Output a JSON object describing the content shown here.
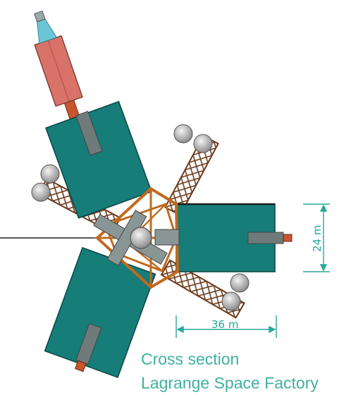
{
  "caption": {
    "line1": "Cross section",
    "line2": "Lagrange Space Factory"
  },
  "dimensions": {
    "width_label": "36 m",
    "height_label": "24 m"
  },
  "colors": {
    "module_fill": "#167d79",
    "frame": "#c06a1f",
    "truss": "#6b3b1c",
    "engine_body": "#d97369",
    "nozzle": "#6cc5d6",
    "dimension_text": "#2aa79a"
  }
}
